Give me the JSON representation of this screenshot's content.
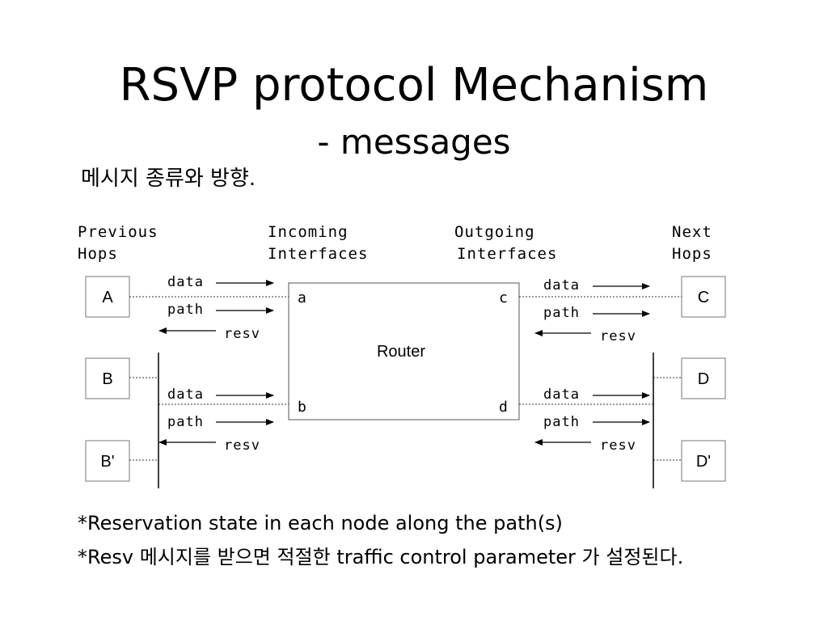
{
  "title": "RSVP protocol Mechanism",
  "subtitle": "- messages",
  "subheading": "메시지 종류와 방향.",
  "columns": {
    "previous_hops": [
      "Previous",
      "Hops"
    ],
    "incoming": [
      "Incoming",
      "Interfaces"
    ],
    "outgoing": [
      "Outgoing",
      "Interfaces"
    ],
    "next_hops": [
      "Next",
      "Hops"
    ]
  },
  "nodes": {
    "A": "A",
    "B": "B",
    "B_prime": "B'",
    "C": "C",
    "D": "D",
    "D_prime": "D'"
  },
  "router": {
    "label": "Router",
    "ports": {
      "a": "a",
      "b": "b",
      "c": "c",
      "d": "d"
    }
  },
  "messages": {
    "data": "data",
    "path": "path",
    "resv": "resv"
  },
  "bullets": {
    "star": "*",
    "first": "Reservation state in each node along the path(s)",
    "second": "Resv 메시지를 받으면 적절한 traffic control parameter 가 설정된다."
  }
}
